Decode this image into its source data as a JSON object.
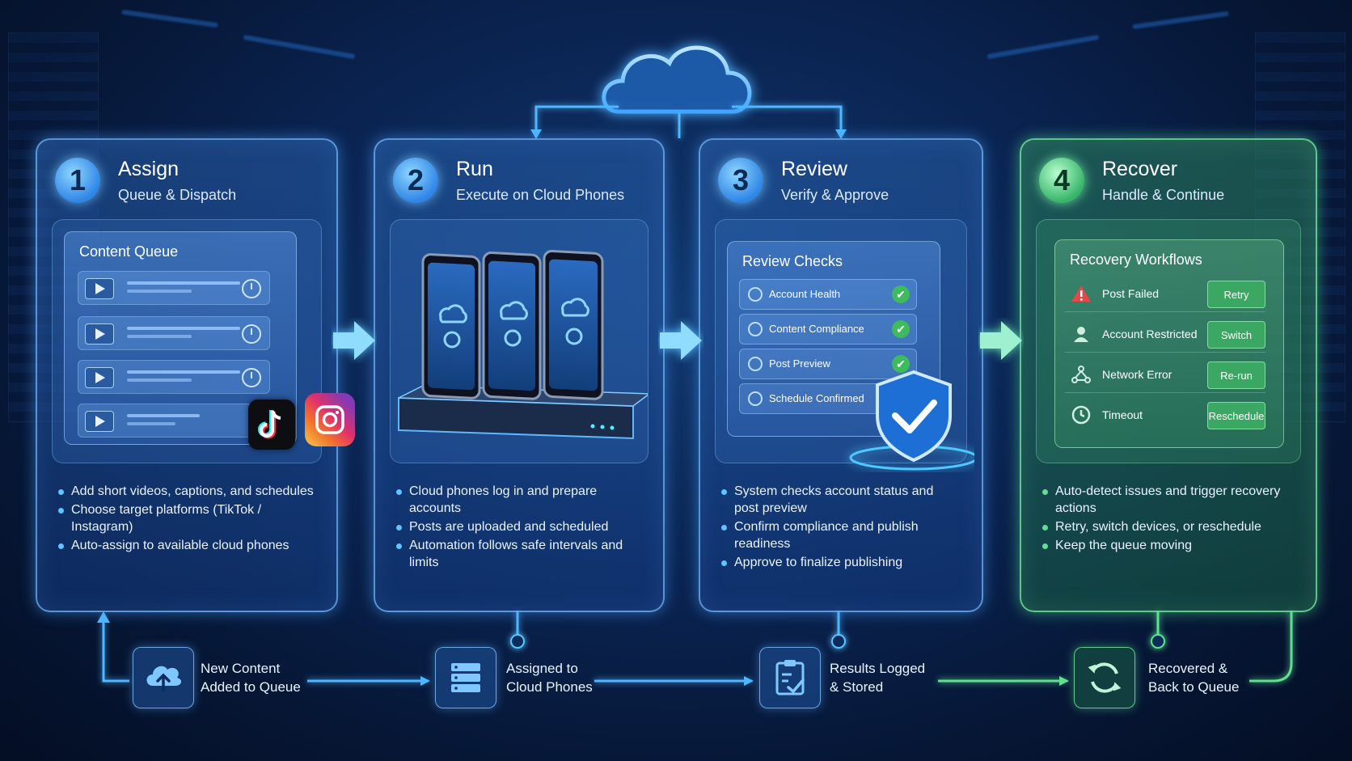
{
  "cards": [
    {
      "num": "1",
      "title": "Assign",
      "subtitle": "Queue & Dispatch",
      "panel_title": "Content Queue",
      "bullets": [
        "Add short videos, captions, and schedules",
        "Choose target platforms (TikTok / Instagram)",
        "Auto-assign to available cloud phones"
      ]
    },
    {
      "num": "2",
      "title": "Run",
      "subtitle": "Execute on Cloud Phones",
      "bullets": [
        "Cloud phones log in and prepare accounts",
        "Posts are uploaded and scheduled",
        "Automation follows safe intervals and limits"
      ]
    },
    {
      "num": "3",
      "title": "Review",
      "subtitle": "Verify & Approve",
      "panel_title": "Review Checks",
      "checks": [
        "Account Health",
        "Content Compliance",
        "Post Preview",
        "Schedule Confirmed"
      ],
      "bullets": [
        "System checks account status and post preview",
        "Confirm compliance and publish readiness",
        "Approve to finalize publishing"
      ]
    },
    {
      "num": "4",
      "title": "Recover",
      "subtitle": "Handle & Continue",
      "panel_title": "Recovery Workflows",
      "rows": [
        {
          "label": "Post Failed",
          "action": "Retry",
          "icon": "warning-icon"
        },
        {
          "label": "Account Restricted",
          "action": "Switch",
          "icon": "user-icon"
        },
        {
          "label": "Network Error",
          "action": "Re-run",
          "icon": "network-icon"
        },
        {
          "label": "Timeout",
          "action": "Reschedule",
          "icon": "clock-icon"
        }
      ],
      "bullets": [
        "Auto-detect issues and trigger recovery actions",
        "Retry, switch devices, or reschedule",
        "Keep the queue moving"
      ]
    }
  ],
  "bottom": [
    {
      "label1": "New Content",
      "label2": "Added to Queue",
      "icon": "cloud-upload-icon"
    },
    {
      "label1": "Assigned to",
      "label2": "Cloud Phones",
      "icon": "server-icon"
    },
    {
      "label1": "Results Logged",
      "label2": "& Stored",
      "icon": "clipboard-check-icon"
    },
    {
      "label1": "Recovered &",
      "label2": "Back to Queue",
      "icon": "refresh-icon"
    }
  ],
  "colors": {
    "blue_accent": "#5cc4ff",
    "green_accent": "#5fe090",
    "background": "#0a2350"
  }
}
